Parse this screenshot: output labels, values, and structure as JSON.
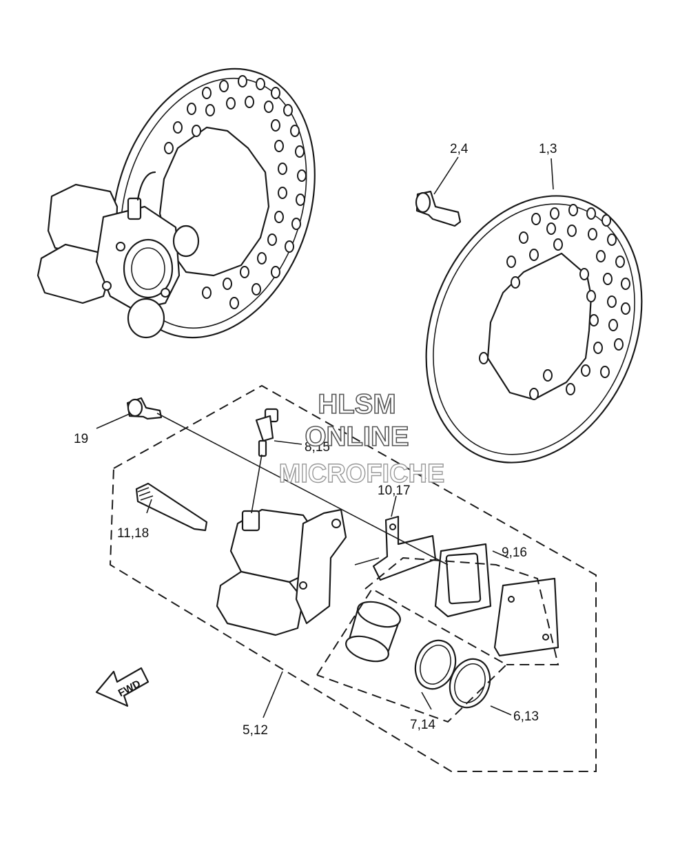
{
  "watermark": {
    "line1": "HLSM",
    "line2": "ONLINE",
    "line3": "MICROFICHE"
  },
  "direction_arrow": {
    "text": "FWD",
    "icon": "forward-arrow-icon"
  },
  "callouts": [
    {
      "id": "callout-1-3",
      "text": "1,3"
    },
    {
      "id": "callout-2-4",
      "text": "2,4"
    },
    {
      "id": "callout-19",
      "text": "19"
    },
    {
      "id": "callout-8-15",
      "text": "8,15"
    },
    {
      "id": "callout-10-17",
      "text": "10,17"
    },
    {
      "id": "callout-11-18",
      "text": "11,18"
    },
    {
      "id": "callout-9-16",
      "text": "9,16"
    },
    {
      "id": "callout-5-12",
      "text": "5,12"
    },
    {
      "id": "callout-7-14",
      "text": "7,14"
    },
    {
      "id": "callout-6-13",
      "text": "6,13"
    }
  ],
  "colors": {
    "line": "#1a1a1a",
    "background": "#ffffff",
    "watermark_stroke": "#555555"
  }
}
